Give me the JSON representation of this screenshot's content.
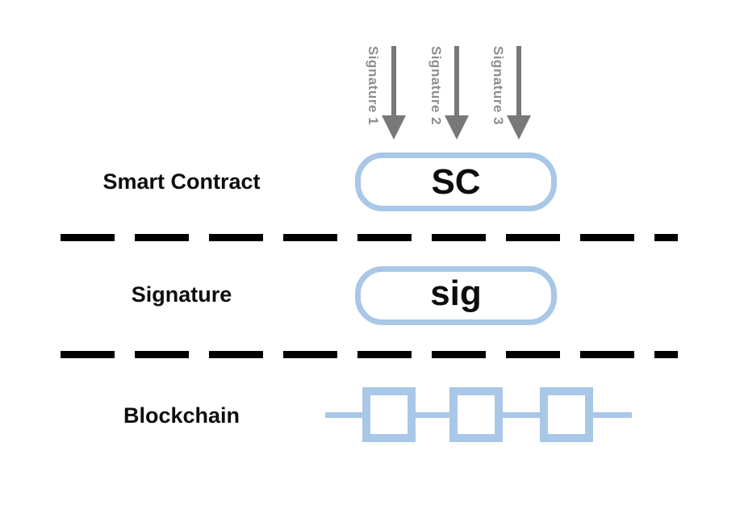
{
  "arrows": {
    "items": [
      {
        "label": "Signature 1"
      },
      {
        "label": "Signature 2"
      },
      {
        "label": "Signature 3"
      }
    ]
  },
  "rows": {
    "smart_contract": {
      "label": "Smart Contract",
      "node_text": "SC"
    },
    "signature": {
      "label": "Signature",
      "node_text": "sig"
    },
    "blockchain": {
      "label": "Blockchain",
      "block_count": 3
    }
  },
  "colors": {
    "background": "#ffffff",
    "node_border": "#a9c7e7",
    "chain": "#a9c7e7",
    "arrow": "#787878",
    "arrow_label": "#8e8e8e",
    "separator": "#000000",
    "row_label": "#0d0d0d"
  }
}
